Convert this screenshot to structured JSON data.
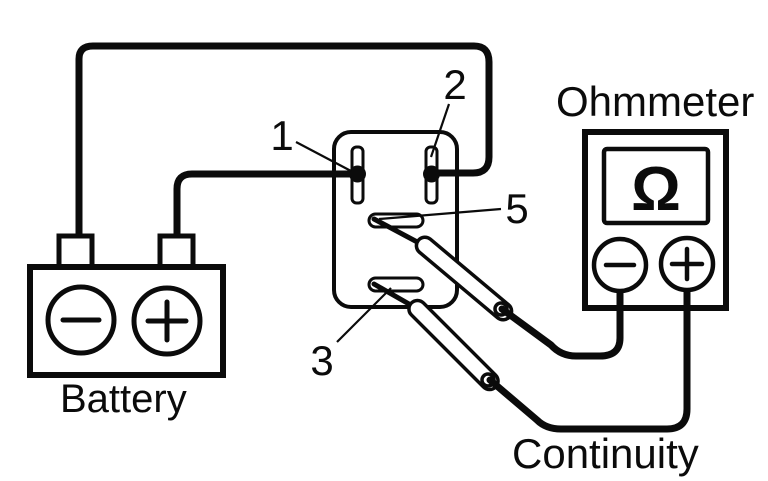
{
  "colors": {
    "ink": "#0b0b0b",
    "background": "#ffffff"
  },
  "battery": {
    "label": "Battery",
    "negative_symbol": "−",
    "positive_symbol": "+"
  },
  "relay": {
    "terminal_labels": {
      "t1": "1",
      "t2": "2",
      "t3": "3",
      "t5": "5"
    }
  },
  "ohmmeter": {
    "label": "Ohmmeter",
    "display_symbol": "Ω",
    "negative_jack_symbol": "−",
    "positive_jack_symbol": "+"
  },
  "caption": {
    "continuity": "Continuity"
  }
}
